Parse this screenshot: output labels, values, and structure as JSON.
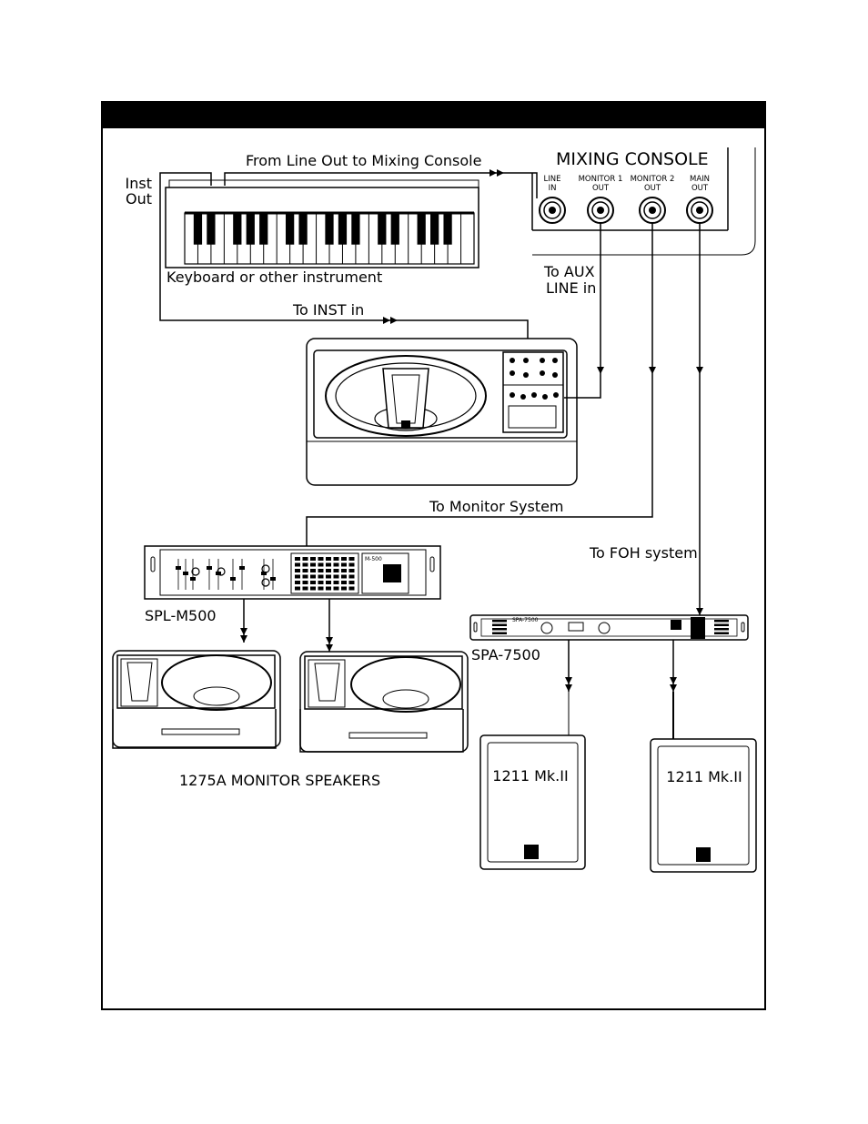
{
  "labels": {
    "inst_out_1": "Inst",
    "inst_out_2": "Out",
    "line_out": "From Line Out to Mixing Console",
    "keyboard": "Keyboard or other instrument",
    "to_inst_in": "To INST in",
    "mixing_console": "MIXING CONSOLE",
    "to_aux_1": "To AUX",
    "to_aux_2": "LINE in",
    "to_monitor_system": "To Monitor System",
    "to_foh": "To FOH system",
    "spl_m500": "SPL-M500",
    "spa_7500": "SPA-7500",
    "monitor_speakers": "1275A MONITOR SPEAKERS",
    "speaker_left": "1211 Mk.II",
    "speaker_right": "1211 Mk.II",
    "amp_badge": "M-500",
    "amp2_badge": "SPA-7500"
  },
  "console_jacks": [
    {
      "line1": "LINE",
      "line2": "IN"
    },
    {
      "line1": "MONITOR 1",
      "line2": "OUT"
    },
    {
      "line1": "MONITOR 2",
      "line2": "OUT"
    },
    {
      "line1": "MAIN",
      "line2": "OUT"
    }
  ],
  "colors": {
    "ink": "#000000",
    "paper": "#ffffff"
  }
}
